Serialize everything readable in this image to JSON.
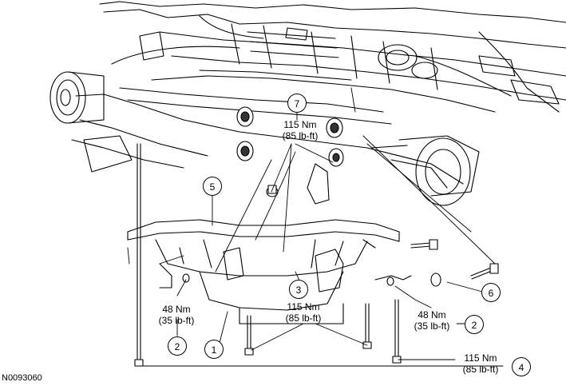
{
  "figure_id": "N0093060",
  "callouts": {
    "c1": "1",
    "c2a": "2",
    "c2b": "2",
    "c3": "3",
    "c4": "4",
    "c5": "5",
    "c6": "6",
    "c7": "7"
  },
  "torques": {
    "t7": {
      "nm": "115 Nm",
      "lbft": "(85 lb-ft)"
    },
    "t3": {
      "nm": "115 Nm",
      "lbft": "(85 lb-ft)"
    },
    "t2_left": {
      "nm": "48 Nm",
      "lbft": "(35 lb-ft)"
    },
    "t2_right": {
      "nm": "48 Nm",
      "lbft": "(35 lb-ft)"
    },
    "t4": {
      "nm": "115 Nm",
      "lbft": "(85 lb-ft)"
    }
  }
}
